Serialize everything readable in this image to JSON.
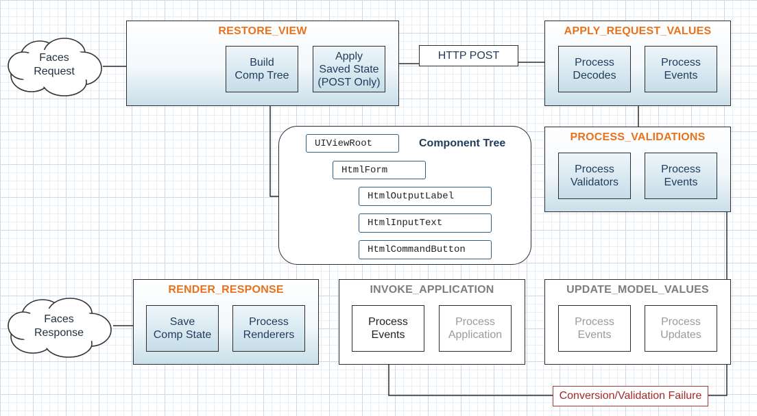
{
  "clouds": {
    "request": {
      "line1": "Faces",
      "line2": "Request"
    },
    "response": {
      "line1": "Faces",
      "line2": "Response"
    }
  },
  "phases": {
    "restore_view": {
      "title": "RESTORE_VIEW",
      "build": [
        "Build",
        "Comp Tree"
      ],
      "apply": [
        "Apply",
        "Saved State",
        "(POST Only)"
      ]
    },
    "apply_request_values": {
      "title": "APPLY_REQUEST_VALUES",
      "decodes": [
        "Process",
        "Decodes"
      ],
      "events": [
        "Process",
        "Events"
      ]
    },
    "process_validations": {
      "title": "PROCESS_VALIDATIONS",
      "validators": [
        "Process",
        "Validators"
      ],
      "events": [
        "Process",
        "Events"
      ]
    },
    "render_response": {
      "title": "RENDER_RESPONSE",
      "save": [
        "Save",
        "Comp State"
      ],
      "renderers": [
        "Process",
        "Renderers"
      ]
    },
    "invoke_application": {
      "title": "INVOKE_APPLICATION",
      "events": [
        "Process",
        "Events"
      ],
      "application": [
        "Process",
        "Application"
      ]
    },
    "update_model_values": {
      "title": "UPDATE_MODEL_VALUES",
      "events": [
        "Process",
        "Events"
      ],
      "updates": [
        "Process",
        "Updates"
      ]
    }
  },
  "http_post": "HTTP POST",
  "failure": "Conversion/Validation Failure",
  "component_tree": {
    "title": "Component Tree",
    "nodes": {
      "root": "UIViewRoot",
      "form": "HtmlForm",
      "label": "HtmlOutputLabel",
      "input": "HtmlInputText",
      "button": "HtmlCommandButton"
    }
  },
  "colors": {
    "phase_title": "#e8721c",
    "phase_title_inactive": "#7d7d7d",
    "failure_text": "#a02a2a",
    "tree_title": "#1f3a5a"
  }
}
